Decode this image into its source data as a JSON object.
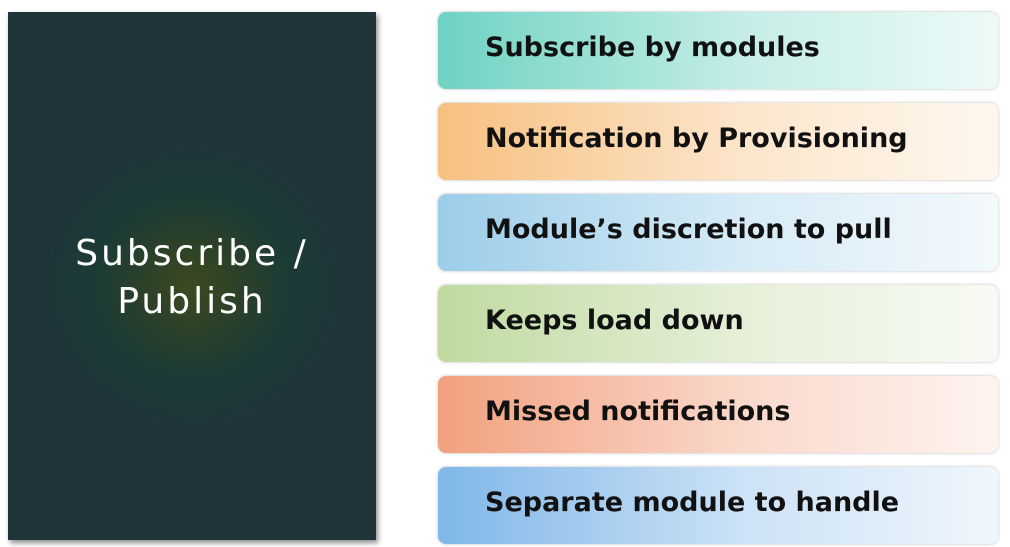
{
  "panel": {
    "title_line1": "Subscribe /",
    "title_line2": "Publish"
  },
  "items": [
    {
      "label": "Subscribe by modules",
      "color": "#6ed3c2"
    },
    {
      "label": "Notification by Provisioning",
      "color": "#f7c07f"
    },
    {
      "label": "Module’s discretion to pull",
      "color": "#9bcde9"
    },
    {
      "label": "Keeps load down",
      "color": "#bfdaa0"
    },
    {
      "label": "Missed notifications",
      "color": "#f2a07e"
    },
    {
      "label": "Separate module to handle",
      "color": "#80b7e8"
    }
  ]
}
